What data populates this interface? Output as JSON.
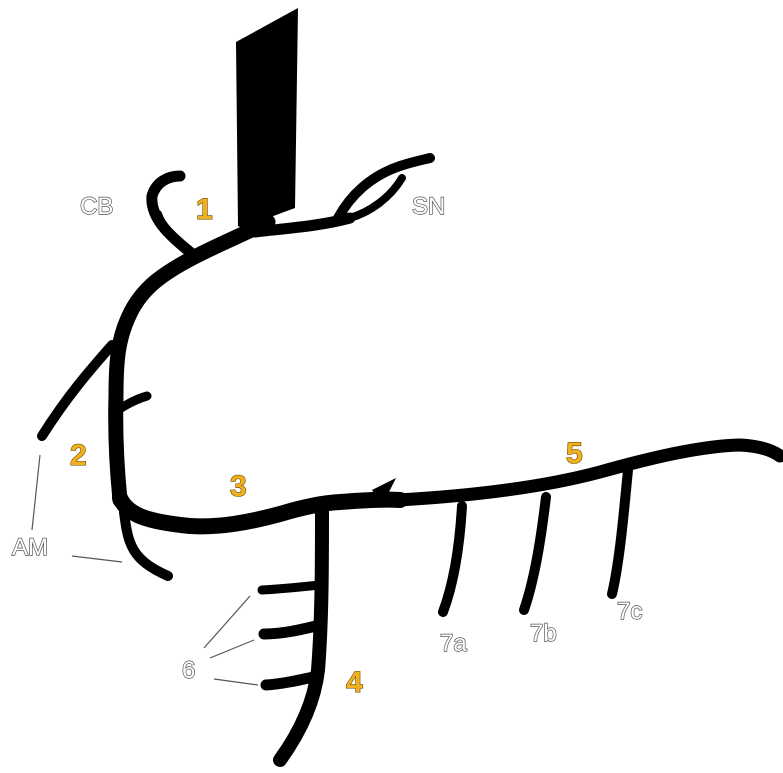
{
  "segment_labels": {
    "s1": "1",
    "s2": "2",
    "s3": "3",
    "s4": "4",
    "s5": "5"
  },
  "branch_labels": {
    "cb": "CB",
    "sn": "SN",
    "am": "AM",
    "six": "6",
    "b7a": "7a",
    "b7b": "7b",
    "b7c": "7c"
  },
  "colors": {
    "vessel": "#000000",
    "segment_label": "#f2b01e",
    "branch_label": "#ffffff",
    "outline": "#555555"
  }
}
